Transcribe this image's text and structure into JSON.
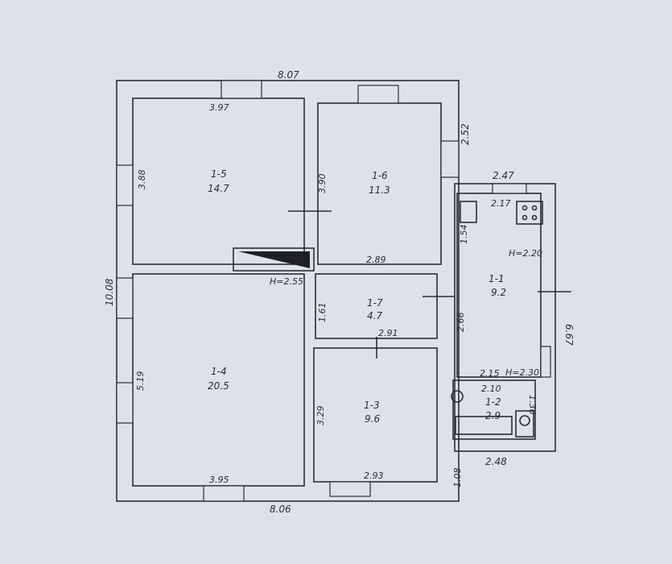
{
  "plan": {
    "overall": {
      "top_width": "8.07",
      "bottom_width": "8.06",
      "left_height": "10.08",
      "right_upper": "2.52",
      "right_lower": "1.08"
    },
    "rooms": [
      {
        "id": "1-5",
        "area": "14.7",
        "width": "3.97",
        "height": "3.88"
      },
      {
        "id": "1-6",
        "area": "11.3",
        "height": "3.90"
      },
      {
        "id": "1-4",
        "area": "20.5",
        "width": "3.95",
        "height": "5.19"
      },
      {
        "id": "1-7",
        "area": "4.7",
        "width": "2.89",
        "height": "1.61",
        "ceiling": "H=2.55"
      },
      {
        "id": "1-3",
        "area": "9.6",
        "width_top": "2.91",
        "width_bottom": "2.93",
        "height": "3.29"
      },
      {
        "id": "1-1",
        "area": "9.2",
        "width": "2.47",
        "inner": "2.17",
        "height": "1.54",
        "height2": "2.66",
        "ceiling": "H=2.20",
        "outer_height": "6.67"
      },
      {
        "id": "1-2",
        "area": "2.9",
        "width": "2.15",
        "width_inner": "2.10",
        "height": "1.36",
        "ceiling": "H=2.30",
        "outer_width": "2.48"
      }
    ]
  }
}
